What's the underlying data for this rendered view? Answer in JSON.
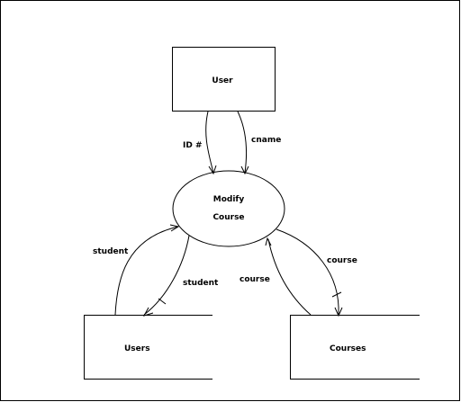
{
  "nodes": {
    "user": "User",
    "modify_line1": "Modify",
    "modify_line2": "Course",
    "users": "Users",
    "courses": "Courses"
  },
  "flows": {
    "id_number": "ID #",
    "cname": "cname",
    "student_in": "student",
    "student_out": "student",
    "course_in": "course",
    "course_out": "course"
  },
  "colors": {
    "stroke": "#000000",
    "background": "#ffffff"
  }
}
